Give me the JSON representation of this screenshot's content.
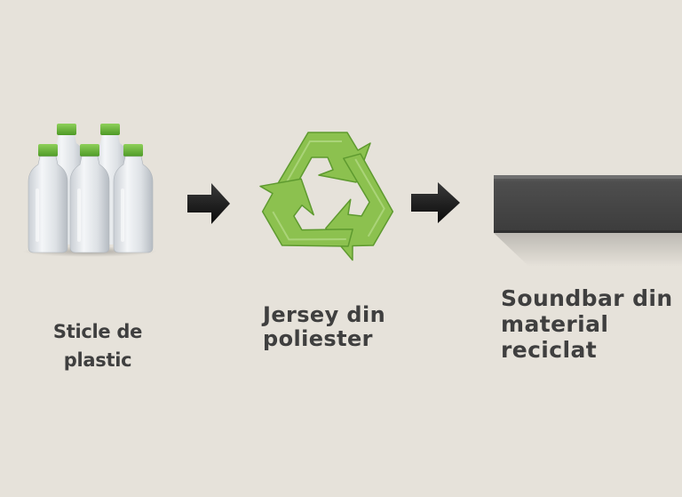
{
  "background_color": "#e6e2da",
  "steps": [
    {
      "label": "Sticle de\nplastic",
      "icon": "plastic-bottles-icon"
    },
    {
      "label": "Jersey din\npoliester",
      "icon": "recycle-icon"
    },
    {
      "label": "Soundbar din\nmaterial\nreciclat",
      "icon": "soundbar-icon"
    }
  ],
  "arrow_icon": "right-arrow-icon",
  "colors": {
    "recycle_green": "#8cc14f",
    "bottle_cap_green": "#6fbe3c",
    "bottle_white": "#e9ecef",
    "arrow": "#1a1a1a",
    "soundbar": "#4a4a4a",
    "label_text": "#3f3f3f"
  }
}
